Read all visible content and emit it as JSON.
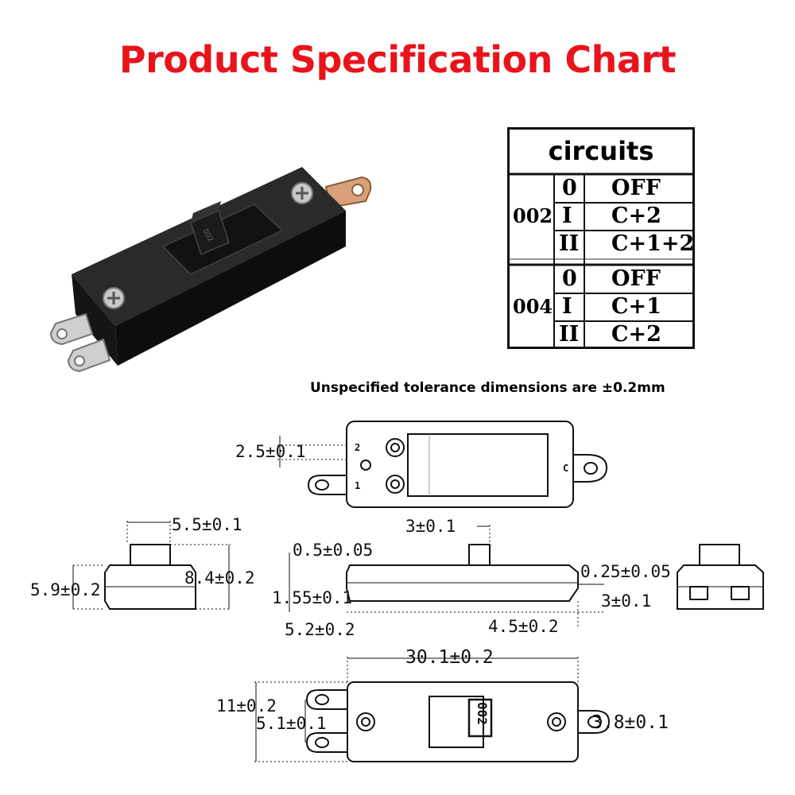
{
  "title": {
    "text": "Product Specification Chart",
    "color": "#e8141b"
  },
  "circuits_table": {
    "header": "circuits",
    "groups": [
      {
        "model": "002",
        "rows": [
          {
            "pos": "0",
            "state": "OFF"
          },
          {
            "pos": "I",
            "state": "C+2"
          },
          {
            "pos": "II",
            "state": "C+1+2"
          }
        ]
      },
      {
        "model": "004",
        "rows": [
          {
            "pos": "0",
            "state": "OFF"
          },
          {
            "pos": "I",
            "state": "C+1"
          },
          {
            "pos": "II",
            "state": "C+2"
          }
        ]
      }
    ]
  },
  "note": "Unspecified tolerance dimensions are ±0.2mm",
  "top_view": {
    "terminal_2": "2",
    "terminal_1": "1",
    "terminal_c": "C"
  },
  "bottom_view": {
    "label": "002"
  },
  "dimensions": {
    "d1": "2.5±0.1",
    "d2": "5.5±0.1",
    "d3": "5.9±0.2",
    "d4": "8.4±0.2",
    "d5": "3±0.1",
    "d6": "0.5±0.05",
    "d7": "0.25±0.05",
    "d8": "1.55±0.1",
    "d9": "3±0.1",
    "d10": "5.2±0.2",
    "d11": "4.5±0.2",
    "d12": "30.1±0.2",
    "d13": "11±0.2",
    "d14": "5.1±0.1",
    "d15": "3.8±0.1"
  },
  "icons": [
    "switch-product-photo",
    "screw-icon",
    "solder-lug-icon"
  ]
}
